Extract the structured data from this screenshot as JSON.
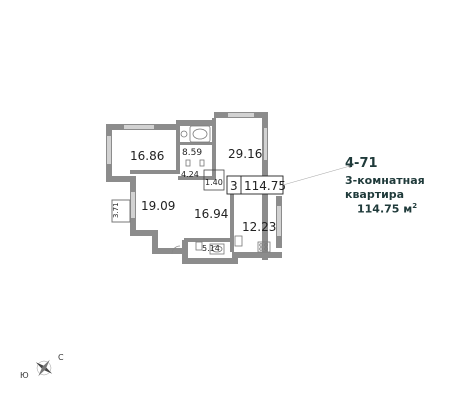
{
  "apartment": {
    "number": "4-71",
    "type_line1": "3-комнатная",
    "type_line2": "квартира",
    "total_area": "114.75",
    "area_unit": "м",
    "area_unit_sup": "2",
    "room_count": "3",
    "badge_area": "114.75"
  },
  "rooms": [
    {
      "id": "room-a",
      "area": "16.86"
    },
    {
      "id": "bath-a",
      "area": "8.59"
    },
    {
      "id": "room-b",
      "area": "29.16"
    },
    {
      "id": "hall-small",
      "area": "4.24"
    },
    {
      "id": "closet",
      "area": "1.40"
    },
    {
      "id": "room-c",
      "area": "19.09"
    },
    {
      "id": "corridor",
      "area": "16.94"
    },
    {
      "id": "bath-b",
      "area": "5.14"
    },
    {
      "id": "kitchen",
      "area": "12.23"
    },
    {
      "id": "balcony",
      "area": "3.71"
    }
  ],
  "compass": {
    "north_letter": "С",
    "south_letter": "Ю"
  },
  "colors": {
    "wall": "#8c8c8c",
    "wall_dark": "#6f6f6f",
    "text": "#222222",
    "accent": "#1f3a3a",
    "window": "#c9c9c9"
  }
}
